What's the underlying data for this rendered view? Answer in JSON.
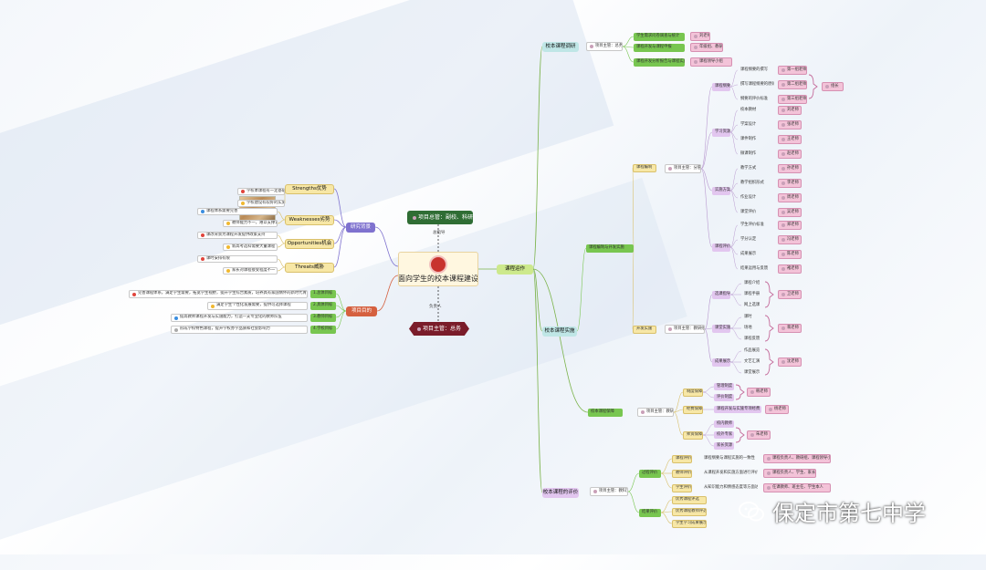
{
  "center": {
    "title": "面向学生的校本课程建设"
  },
  "top_node": {
    "label": "项目总管：副校、科研"
  },
  "top_edge_label": "总指导",
  "bottom_node": {
    "label": "项目主管：总务"
  },
  "bottom_edge_label": "负责人",
  "research_bg": {
    "label": "研究背景",
    "items": [
      {
        "label": "Strengths优势",
        "subs": [
          {
            "text": "学校本课程有一定基础",
            "badge": "red"
          },
          {
            "text": "学校建设有较好的实施",
            "badge": "yellow"
          }
        ]
      },
      {
        "label": "Weaknesses劣势",
        "subs": [
          {
            "text": "课程体系需要完善",
            "badge": "blue"
          },
          {
            "text": "教师能力不一，难以支撑课程",
            "badge": "yellow"
          }
        ]
      },
      {
        "label": "Opportunities机会",
        "subs": [
          {
            "text": "课改背景为课程开发提供政策支持",
            "badge": "red"
          },
          {
            "text": "新高考选科需要大量课程",
            "badge": "yellow"
          }
        ]
      },
      {
        "label": "Threats威胁",
        "subs": [
          {
            "text": "课时安排有限",
            "badge": "red"
          },
          {
            "text": "家长对课程接受程度不一",
            "badge": "yellow"
          }
        ]
      }
    ]
  },
  "project_goal": {
    "label": "项目目的",
    "items": [
      {
        "tag": "1.总体目标",
        "text": "完善课程体系，满足学生需要，拓宽学生视野，提升学生综合素质，培养具有家国情怀的新时代青年",
        "badge": "red"
      },
      {
        "tag": "2.具体目标",
        "text": "满足学生个性化发展需要，提供可选择课程",
        "badge": "yellow"
      },
      {
        "tag": "3.教师目标",
        "text": "提高教师课程开发与实施能力，打造一支专业化的教师队伍",
        "badge": "blue"
      },
      {
        "tag": "4.学校目标",
        "text": "形成学校特色课程，提升学校办学品质和社会影响力",
        "badge": "gray"
      }
    ]
  },
  "right_root": {
    "label": "课程运作"
  },
  "b1": {
    "label": "校本课程调研",
    "owner": "项目主管：总务",
    "items": [
      {
        "label": "学生需求问卷调查与统计",
        "person": "刘老师"
      },
      {
        "label": "课程开发与课程申报",
        "person": "年级组、教研组"
      },
      {
        "label": "课程开发分析报告与课程实施计划",
        "person": "课程领导小组"
      }
    ]
  },
  "b2": {
    "label": "校本课程实施",
    "owner_label": "课程编制与开发实施",
    "sections": [
      {
        "label": "课程编制",
        "owner": "项目主管：分管",
        "groups": [
          {
            "label": "课程纲要",
            "items": [
              "课程纲要的撰写",
              "撰写课程纲要的原则",
              "纲要的评价标准"
            ],
            "people": [
              "第一组老师",
              "第二组老师",
              "第三组老师"
            ],
            "lead": "组长"
          },
          {
            "label": "学习资源",
            "items": [
              "校本教材",
              "学案设计",
              "课件制作",
              "微课制作"
            ],
            "people": [
              "刘老师",
              "张老师",
              "王老师",
              "赵老师"
            ]
          },
          {
            "label": "实施方案",
            "items": [
              "教学方式",
              "教学组织形式",
              "作业设计",
              "课堂评价"
            ],
            "people": [
              "孙老师",
              "李老师",
              "周老师",
              "吴老师"
            ]
          },
          {
            "label": "课程评价",
            "items": [
              "学生评价标准",
              "学分认定",
              "成果展示",
              "结果运用与反馈"
            ],
            "people": [
              "郑老师",
              "冯老师",
              "陈老师",
              "褚老师"
            ]
          }
        ]
      },
      {
        "label": "开发实施",
        "owner": "项目主管：教研组",
        "groups": [
          {
            "label": "选课指导",
            "items": [
              "课程介绍",
              "课程手册",
              "网上选课"
            ],
            "person": "卫老师"
          },
          {
            "label": "课堂实施",
            "items": [
              "课时",
              "场地",
              "课程反馈"
            ],
            "person": "蒋老师"
          },
          {
            "label": "成果展示",
            "items": [
              "作品展览",
              "文艺汇演",
              "课堂展示"
            ],
            "person": "沈老师"
          }
        ]
      }
    ]
  },
  "b3": {
    "label": "校本课程保障",
    "owner": "项目主管：教研组",
    "sections": [
      {
        "label": "制度保障",
        "items": [
          "管理制度",
          "评价制度"
        ],
        "person": "韩老师"
      },
      {
        "label": "经费保障",
        "items": [
          "课程开发与实施专项经费"
        ],
        "person": "杨老师"
      },
      {
        "label": "师资保障",
        "items": [
          "校内教师",
          "校外专家",
          "家长资源"
        ],
        "person": "朱老师"
      }
    ]
  },
  "b4": {
    "label": "校本课程的评价",
    "owner": "项目主管：教科室",
    "sections": [
      {
        "label": "过程评价",
        "items": [
          {
            "label": "课程评价",
            "desc": "课程纲要与课程实施的一致性",
            "people": "课程负责人、教研组、课程领导小组"
          },
          {
            "label": "教师评价",
            "desc": "从课程开发和实施方面进行评价",
            "people": "课程负责人、学生、家长"
          },
          {
            "label": "学生评价",
            "desc": "从知识能力和情感态度等方面进行评价",
            "people": "任课教师、班主任、学生本人"
          }
        ]
      },
      {
        "label": "结果评价",
        "items": [
          "优秀课程评选",
          "优秀课程教师评选",
          "学生学习成果展示"
        ]
      }
    ]
  },
  "watermark": {
    "text": "保定市第七中学"
  }
}
